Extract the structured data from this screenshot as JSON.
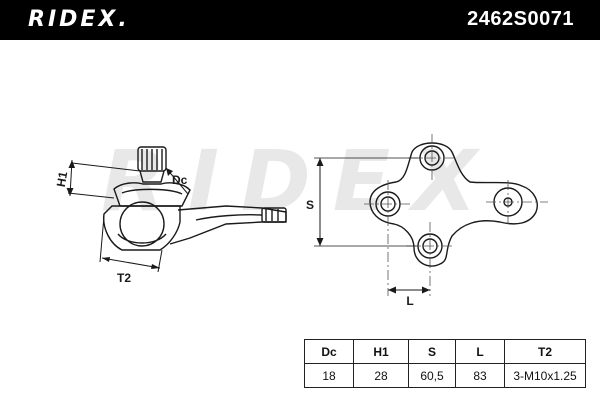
{
  "header": {
    "brand": "RIDEX.",
    "part_number": "2462S0071"
  },
  "watermark": "RIDEX",
  "dimensions": {
    "h1": "H1",
    "dc": "Dc",
    "t2": "T2",
    "s": "S",
    "l": "L"
  },
  "spec_table": {
    "headers": [
      "Dc",
      "H1",
      "S",
      "L",
      "T2"
    ],
    "values": [
      "18",
      "28",
      "60,5",
      "83",
      "3-M10x1.25"
    ]
  },
  "colors": {
    "header_bg": "#000000",
    "line": "#1a1a1a",
    "watermark": "#e6e6e6"
  }
}
